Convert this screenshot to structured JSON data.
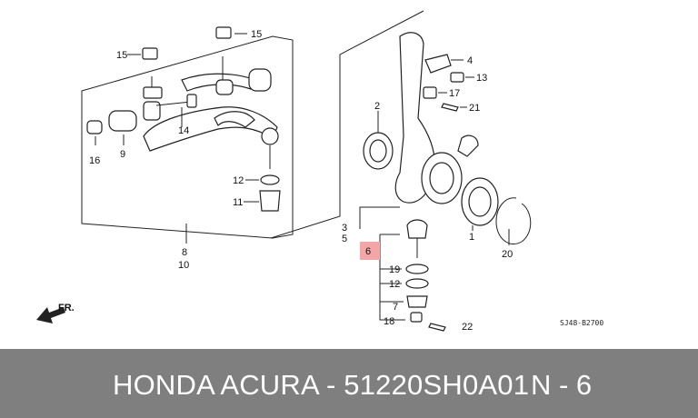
{
  "footer": {
    "title": "HONDA ACURA - 51220SH0A01",
    "code": "N - 6"
  },
  "diagram": {
    "callouts": {
      "c15a": "15",
      "c15b": "15",
      "c14": "14",
      "c16": "16",
      "c9": "9",
      "c12a": "12",
      "c11": "11",
      "c8": "8",
      "c10": "10",
      "c2": "2",
      "c4": "4",
      "c13": "13",
      "c17": "17",
      "c21": "21",
      "c3": "3",
      "c5": "5",
      "c1": "1",
      "c20": "20",
      "c6": "6",
      "c19": "19",
      "c12b": "12",
      "c7": "7",
      "c18": "18",
      "c22": "22"
    },
    "front_arrow_label": "FR.",
    "diagram_code": "SJ48-B2700",
    "highlight_color": "#f4a6a6"
  }
}
